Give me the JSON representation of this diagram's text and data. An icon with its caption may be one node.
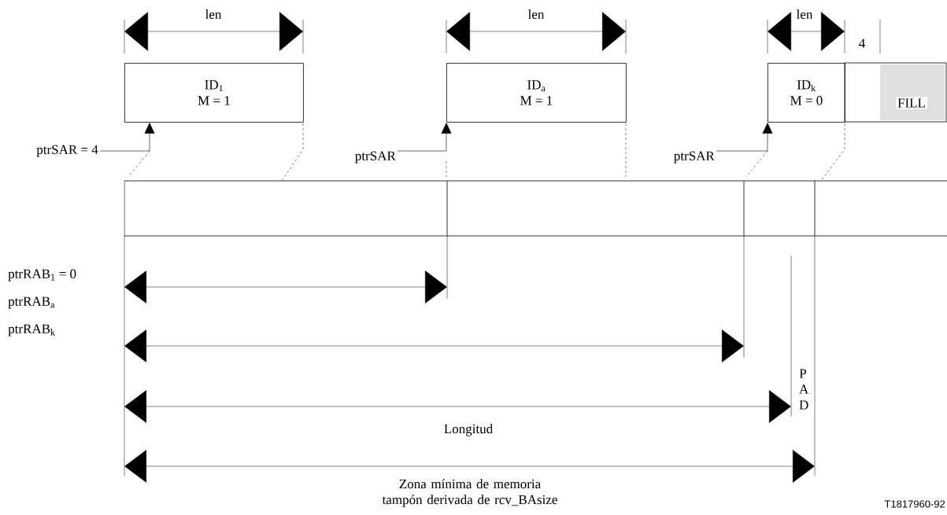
{
  "diagram": {
    "nodes": [
      {
        "text": [
          "ID$_{1}$",
          "M = 1"
        ]
      },
      {
        "text": [
          "ID$_{a}$",
          "M = 1"
        ]
      },
      {
        "text": [
          "ID$_{k}$",
          "M = 0"
        ]
      },
      {
        "text": [
          "FILL"
        ]
      },
      {
        "text": [
          "ptrSAR = 4"
        ]
      },
      {
        "text": [
          "ptrSAR"
        ]
      },
      {
        "text": [
          "ptrSAR"
        ]
      }
    ],
    "edges": [
      {
        "from": 4,
        "to": 0,
        "arrow": "to"
      },
      {
        "from": 5,
        "to": 1,
        "arrow": "to"
      },
      {
        "from": 6,
        "to": 2,
        "arrow": "to"
      }
    ],
    "labels": [
      "len",
      "len",
      "len",
      "4",
      "ptrRAB$_{1}$ = 0",
      "ptrRAB$_{a}$",
      "ptrRAB$_{k}$",
      "P A D",
      "Longitud",
      "Zona mínima de memoria tampón derivada de rcv_BAsize",
      "T1817960-92"
    ]
  }
}
